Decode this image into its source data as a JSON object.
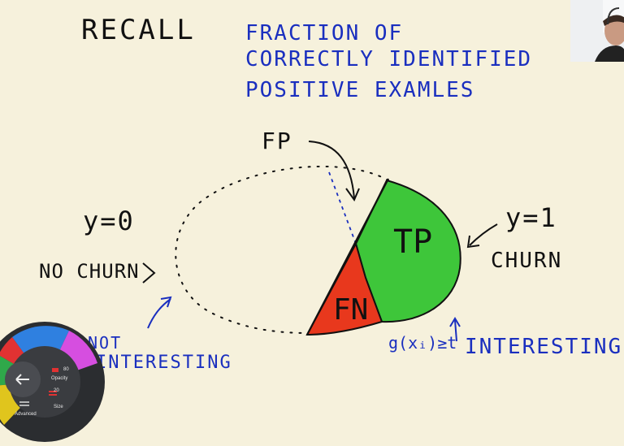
{
  "title": "RECALL",
  "definition": [
    "FRACTION OF",
    "CORRECTLY IDENTIFIED",
    "POSITIVE EXAMLES"
  ],
  "labels": {
    "fp": "FP",
    "tp": "TP",
    "fn": "FN",
    "y0": "y=0",
    "no_churn": "NO CHURN",
    "y1": "y=1",
    "churn": "CHURN",
    "not_interesting": [
      "NOT",
      "INTERESTING"
    ],
    "threshold": "g(xᵢ)≥t",
    "interesting": "INTERESTING"
  },
  "colors": {
    "background": "#f6f1dc",
    "tp_fill": "#3ec63a",
    "fn_fill": "#e8381d",
    "ink_black": "#111111",
    "ink_blue": "#1a2fbf"
  },
  "tool_wheel": {
    "opacity_label": "Opacity",
    "opacity_value": "80",
    "size_label": "Size",
    "size_value": "20",
    "advanced_label": "Advanced",
    "back_icon": "back-arrow-icon",
    "colors": [
      "#2f80e0",
      "#d64ee0",
      "#e13232",
      "#e0c51d",
      "#2fa84a"
    ]
  }
}
